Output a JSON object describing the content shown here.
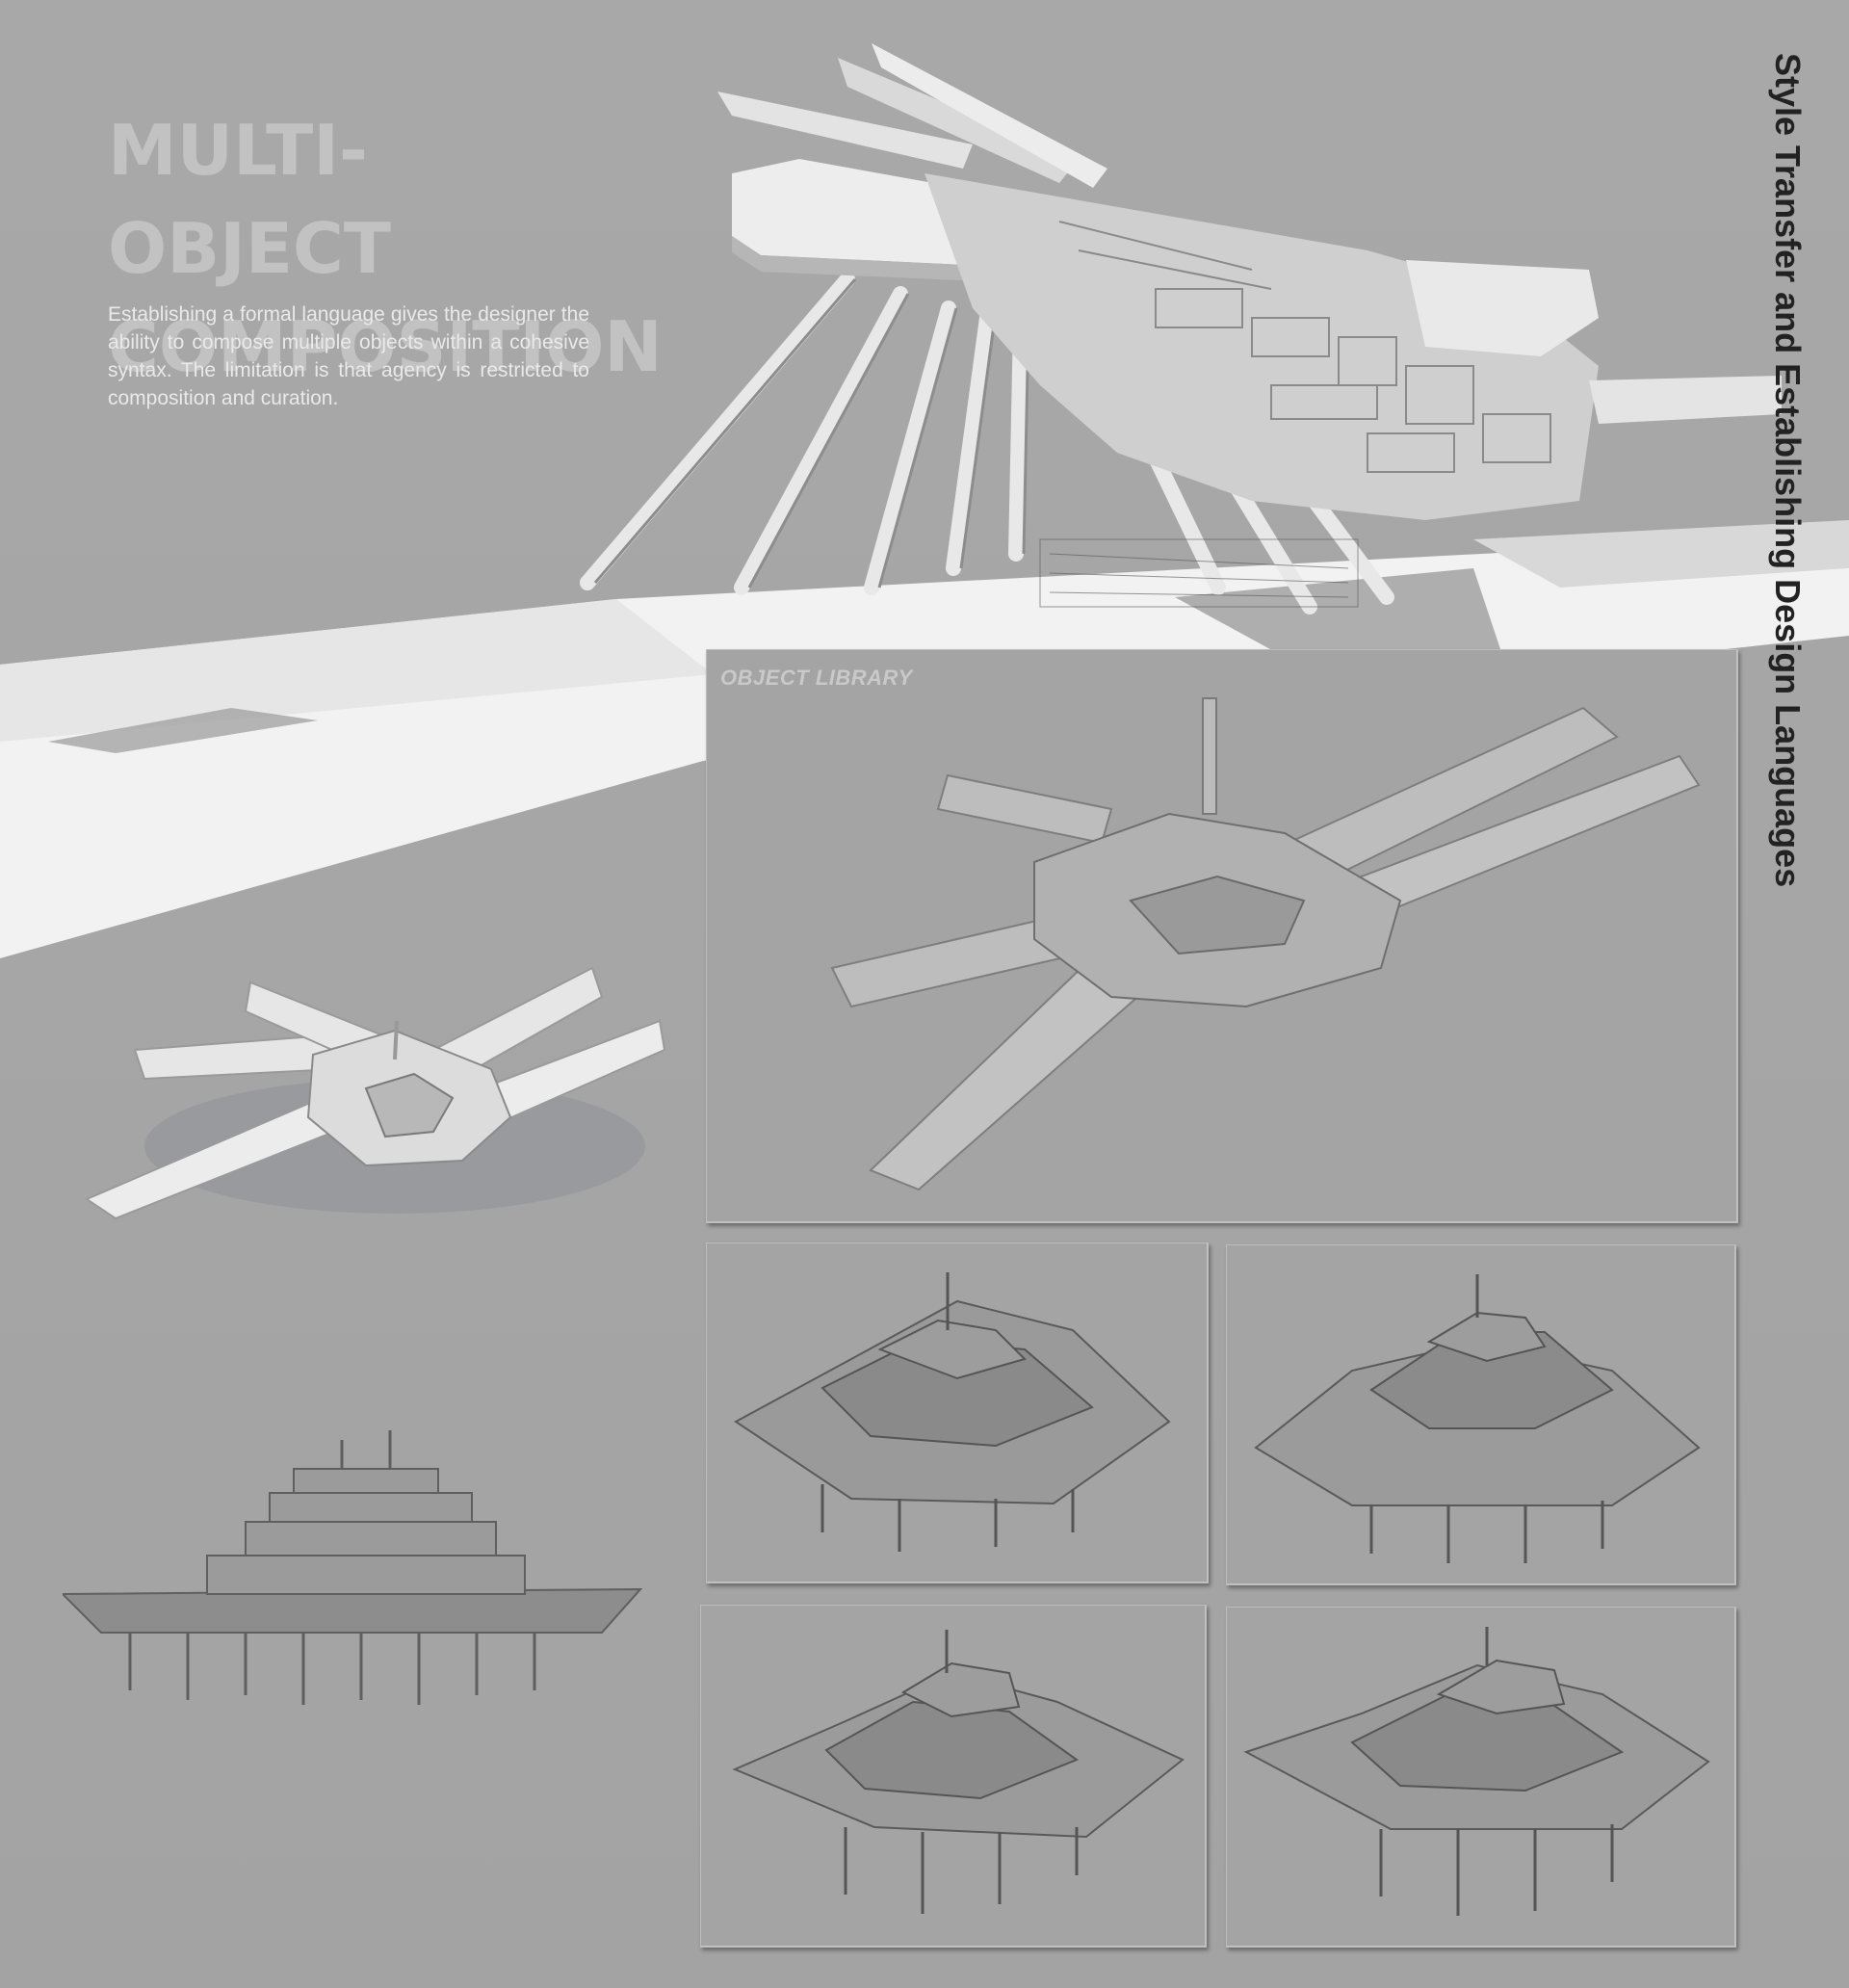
{
  "poster": {
    "title_line1": "MULTI-OBJECT",
    "title_line2": "COMPOSITION",
    "intro": "Establishing a formal language gives the designer the ability to compose multiple objects within a cohesive syntax. The limitation is that agency is restricted to composition and curation.",
    "vertical_title": "Style Transfer and Establishing Design Languages",
    "library_label": "OBJECT LIBRARY"
  },
  "colors": {
    "background": "#a7a7a7",
    "title": "#c2c2c2",
    "model_light": "#ececec",
    "model_mid": "#cfcfcf",
    "model_dark": "#7c7c7c",
    "card": "#a4a4a4"
  }
}
